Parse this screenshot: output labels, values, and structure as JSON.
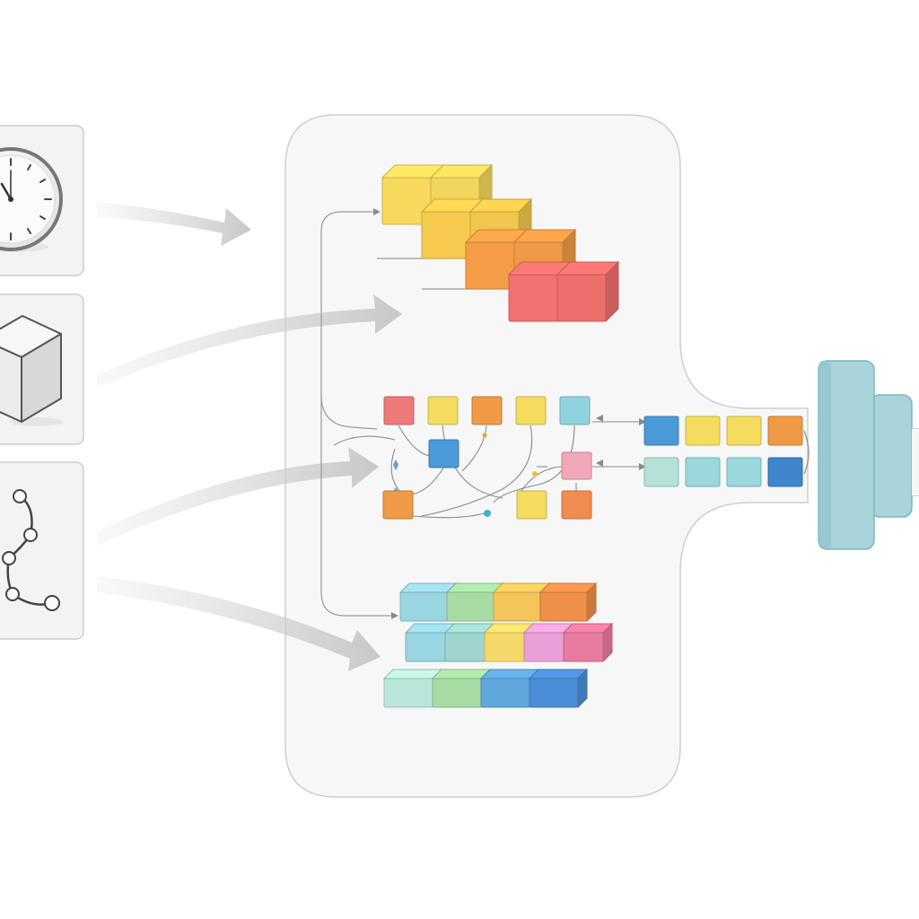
{
  "diagram": {
    "inputs": [
      {
        "kind": "time",
        "icon": "clock-icon"
      },
      {
        "kind": "volume",
        "icon": "cube-icon"
      },
      {
        "kind": "sequence",
        "icon": "node-chain-icon"
      }
    ],
    "stairs_colors": [
      "#f2d55c",
      "#f0c64c",
      "#ef9a45",
      "#ec6f6c"
    ],
    "grid_colors": {
      "row1": [
        "#ec7a78",
        "#f5dc5f",
        "#f09a45",
        "#f5dc5f",
        "#8fd3de"
      ],
      "center": "#4b9ad8",
      "row3": [
        "#f09a45",
        "#f5dc5f",
        "#f08c50"
      ],
      "pink": "#f0a8b8"
    },
    "output_grid": {
      "row1": [
        "#4b9ad8",
        "#f5dc5f",
        "#f5dc5f",
        "#f09a45"
      ],
      "row2": [
        "#b4e2d8",
        "#9ad8dc",
        "#9ad8dc",
        "#3f86cc"
      ]
    },
    "bars": [
      [
        "#9ad5e2",
        "#a6dca4",
        "#f2c65a",
        "#ef8f4a"
      ],
      [
        "#9ad5e2",
        "#9fd4cf",
        "#f5d86a",
        "#e8a0d8",
        "#e87aa0"
      ],
      [
        "#b9e6da",
        "#a6dca4",
        "#5fa8dd",
        "#4b8ed8"
      ]
    ],
    "connector_color": "#a9d4d9"
  }
}
